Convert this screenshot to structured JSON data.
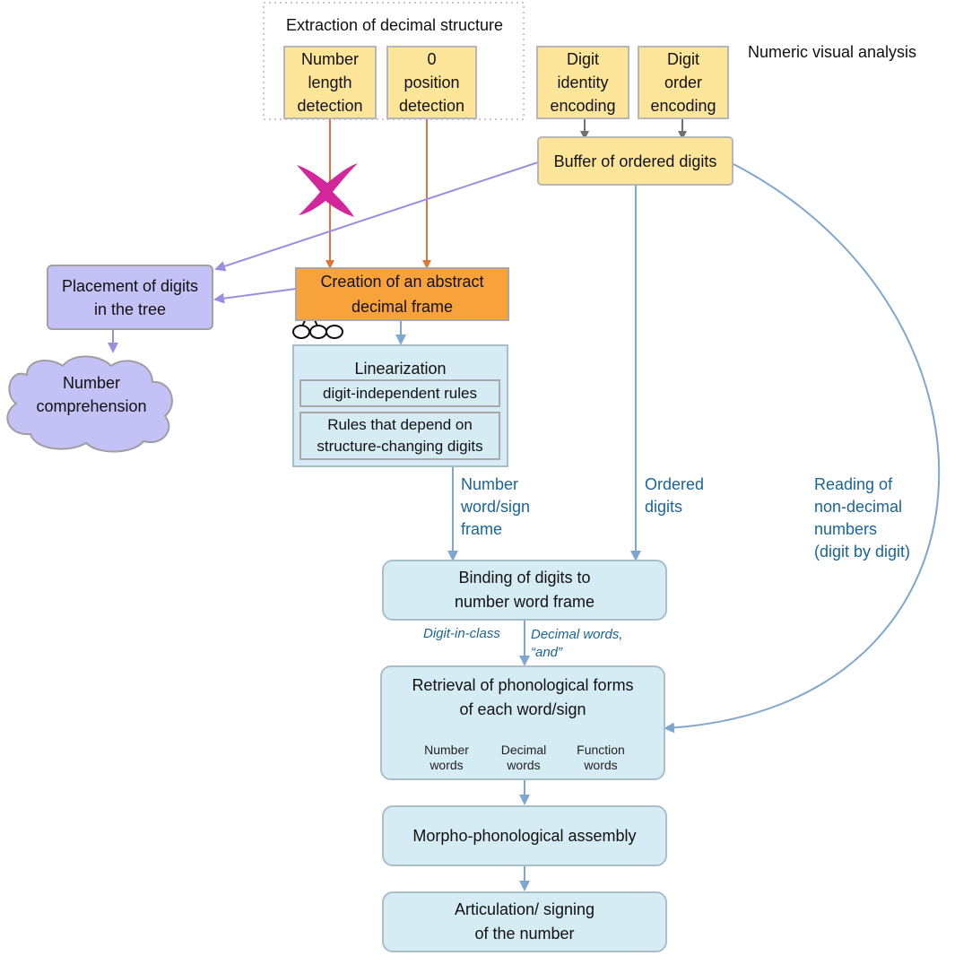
{
  "header": {
    "extraction_title": "Extraction of decimal structure",
    "numeric_visual_analysis": "Numeric visual analysis"
  },
  "boxes": {
    "number_length": [
      "Number",
      "length",
      "detection"
    ],
    "zero_position": [
      "0",
      "position",
      "detection"
    ],
    "digit_identity": [
      "Digit",
      "identity",
      "encoding"
    ],
    "digit_order": [
      "Digit",
      "order",
      "encoding"
    ],
    "buffer": "Buffer of ordered digits",
    "abstract_frame": [
      "Creation of an abstract",
      "decimal frame"
    ],
    "placement": [
      "Placement of digits",
      "in the tree"
    ],
    "comprehension": [
      "Number",
      "comprehension"
    ],
    "linearization": "Linearization",
    "rule_independent": "digit-independent rules",
    "rule_dependent": [
      "Rules that depend on",
      "structure-changing digits"
    ],
    "binding": [
      "Binding of digits to",
      "number word frame"
    ],
    "retrieval": [
      "Retrieval of phonological forms",
      "of each word/sign"
    ],
    "lexicon_number": [
      "Number",
      "words"
    ],
    "lexicon_decimal": [
      "Decimal",
      "words"
    ],
    "lexicon_function": [
      "Function",
      "words"
    ],
    "morpho": "Morpho-phonological assembly",
    "articulation": [
      "Articulation/ signing",
      "of the number"
    ]
  },
  "labels": {
    "frame_label": [
      "Number",
      "word/sign",
      "frame"
    ],
    "ordered_label": [
      "Ordered",
      "digits"
    ],
    "reading_label": [
      "Reading of",
      "non-decimal",
      "numbers",
      "(digit by digit)"
    ],
    "digit_in_class": "Digit-in-class",
    "decimal_words": [
      "Decimal words,",
      "“and”"
    ]
  },
  "colors": {
    "yellow": "#fde699",
    "orange": "#f8a23c",
    "lilac": "#c4c1f6",
    "light_blue": "#d5ecf4",
    "label_blue": "#1a6596",
    "arrow_blue": "#7fa6cf",
    "arrow_purple": "#9a8ee0",
    "arrow_orange": "#d9773a",
    "cross_magenta": "#d2269b"
  }
}
